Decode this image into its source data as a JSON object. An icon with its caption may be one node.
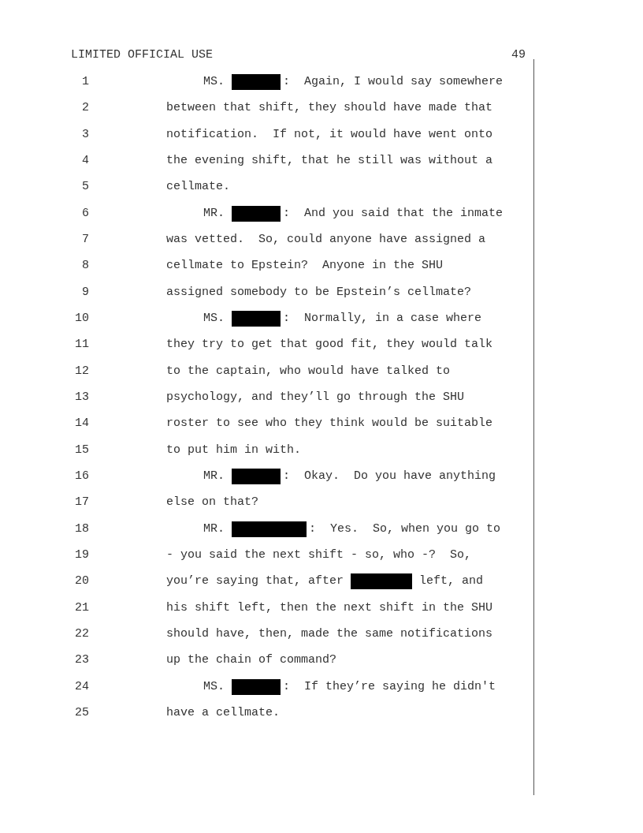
{
  "diagram": {
    "labels": [
      "LIMITED OFFICIAL USE",
      "49",
      "1",
      "MS.",
      ":  Again, I would say somewhere",
      "2",
      "between that shift, they should have made that",
      "3",
      "notification.  If not, it would have went onto",
      "4",
      "the evening shift, that he still was without a",
      "5",
      "cellmate.",
      "6",
      "MR.",
      ":  And you said that the inmate",
      "7",
      "was vetted.  So, could anyone have assigned a",
      "8",
      "cellmate to Epstein?  Anyone in the SHU",
      "9",
      "assigned somebody to be Epstein’s cellmate?",
      "10",
      "MS.",
      ":  Normally, in a case where",
      "11",
      "they try to get that good fit, they would talk",
      "12",
      "to the captain, who would have talked to",
      "13",
      "psychology, and they’ll go through the SHU",
      "14",
      "roster to see who they think would be suitable",
      "15",
      "to put him in with.",
      "16",
      "MR.",
      ":  Okay.  Do you have anything",
      "17",
      "else on that?",
      "18",
      "MR.",
      ":  Yes.  So, when you go to",
      "19",
      "- you said the next shift - so, who -?  So,",
      "20",
      "you’re saying that, after",
      "left, and",
      "21",
      "his shift left, then the next shift in the SHU",
      "22",
      "should have, then, made the same notifications",
      "23",
      "up the chain of command?",
      "24",
      "MS.",
      ":  If they’re saying he didn't",
      "25",
      "have a cellmate."
    ]
  }
}
